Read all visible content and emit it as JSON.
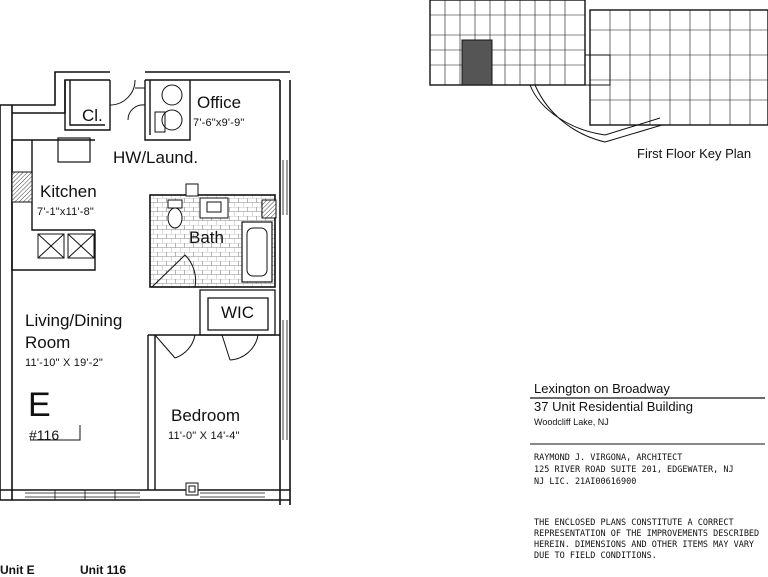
{
  "rooms": {
    "closet": "Cl.",
    "office": "Office",
    "office_dim": "7'-6\"x9'-9\"",
    "hw_laund": "HW/Laund.",
    "kitchen": "Kitchen",
    "kitchen_dim": "7'-1\"x11'-8\"",
    "bath": "Bath",
    "wic": "WIC",
    "living_line1": "Living/Dining",
    "living_line2": "Room",
    "living_dim": "11'-10\" X 19'-2\"",
    "bedroom": "Bedroom",
    "bedroom_dim": "11'-0\" X 14'-4\""
  },
  "unit": {
    "letter": "E",
    "number": "#116"
  },
  "key_plan": {
    "title": "First Floor Key Plan"
  },
  "project": {
    "name": "Lexington on Broadway",
    "subtitle": "37 Unit Residential Building",
    "location": "Woodcliff Lake, NJ"
  },
  "architect": {
    "line1": "RAYMOND J. VIRGONA, ARCHITECT",
    "line2": "125 RIVER ROAD SUITE 201, EDGEWATER, NJ",
    "line3": "NJ LIC. 21AI00616900"
  },
  "disclaimer": {
    "line1": "THE ENCLOSED PLANS CONSTITUTE A CORRECT",
    "line2": "REPRESENTATION OF THE IMPROVEMENTS DESCRIBED",
    "line3": "HEREIN. DIMENSIONS AND OTHER ITEMS MAY VARY",
    "line4": "DUE TO FIELD CONDITIONS."
  },
  "footer": {
    "unit_type": "Unit E",
    "unit_number": "Unit 116"
  }
}
